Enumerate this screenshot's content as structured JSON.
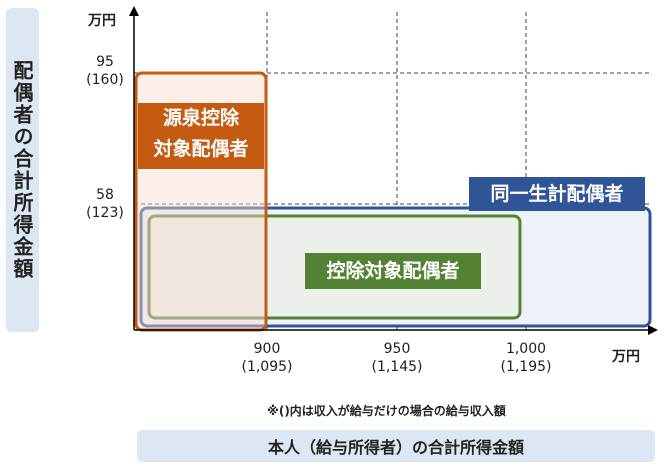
{
  "y_axis": {
    "title": "配偶者の合計所得金額",
    "unit": "万円",
    "ticks": [
      {
        "value": "95",
        "sub": "(160)"
      },
      {
        "value": "58",
        "sub": "(123)"
      }
    ]
  },
  "x_axis": {
    "title": "本人（給与所得者）の合計所得金額",
    "unit": "万円",
    "ticks": [
      {
        "value": "900",
        "sub": "(1,095)"
      },
      {
        "value": "950",
        "sub": "(1,145)"
      },
      {
        "value": "1,000",
        "sub": "(1,195)"
      }
    ]
  },
  "regions": {
    "gensen": {
      "label_line1": "源泉控除",
      "label_line2": "対象配偶者",
      "color": "#c55a11"
    },
    "doitsu": {
      "label": "同一生計配偶者",
      "color": "#2f5597"
    },
    "kojo": {
      "label": "控除対象配偶者",
      "color": "#548235"
    }
  },
  "note": "※()内は収入が給与だけの場合の給与収入額"
}
